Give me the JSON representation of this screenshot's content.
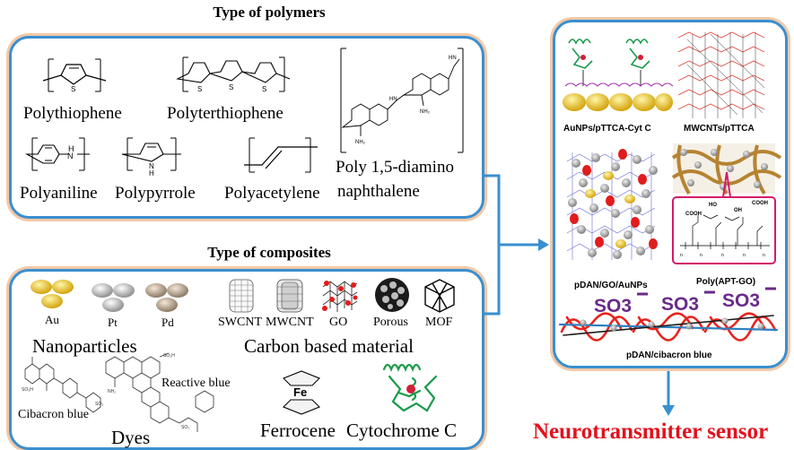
{
  "polymers": {
    "heading": "Type of polymers",
    "items": {
      "polythiophene": "Polythiophene",
      "polyterthiophene": "Polyterthiophene",
      "polyaniline": "Polyaniline",
      "polypyrrole": "Polypyrrole",
      "polyacetylene": "Polyacetylene",
      "pdan_line1": "Poly 1,5-diamino",
      "pdan_line2": "naphthalene"
    }
  },
  "composites": {
    "heading": "Type of composites",
    "nanoparticles": {
      "label": "Nanoparticles",
      "au": "Au",
      "pt": "Pt",
      "pd": "Pd"
    },
    "carbon": {
      "label": "Carbon based material",
      "swcnt": "SWCNT",
      "mwcnt": "MWCNT",
      "go": "GO",
      "porous": "Porous",
      "mof": "MOF"
    },
    "dyes": {
      "label": "Dyes",
      "reactive": "Reactive blue",
      "cibacron": "Cibacron blue"
    },
    "ferrocene": {
      "label": "Ferrocene",
      "fe": "Fe"
    },
    "cytochrome": {
      "label": "Cytochrome C"
    }
  },
  "right_panel": {
    "aunps": "AuNPs/pTTCA-Cyt C",
    "mwcnts": "MWCNTs/pTTCA",
    "pdan_go": "pDAN/GO/AuNPs",
    "apt_go": "Poly(APT-GO)",
    "so3": "SO3",
    "cibacron": "pDAN/cibacron blue",
    "apt_labels": {
      "ho": "HO",
      "cooh": "COOH",
      "cooh2": "COOH",
      "oh": "OH"
    }
  },
  "output": "Neurotransmitter sensor",
  "colors": {
    "border": "#3a8fcf",
    "glow": "#f3c9a8",
    "arrow": "#3a8fcf",
    "sensor": "#e3121d",
    "gold": "#f2c21b"
  }
}
